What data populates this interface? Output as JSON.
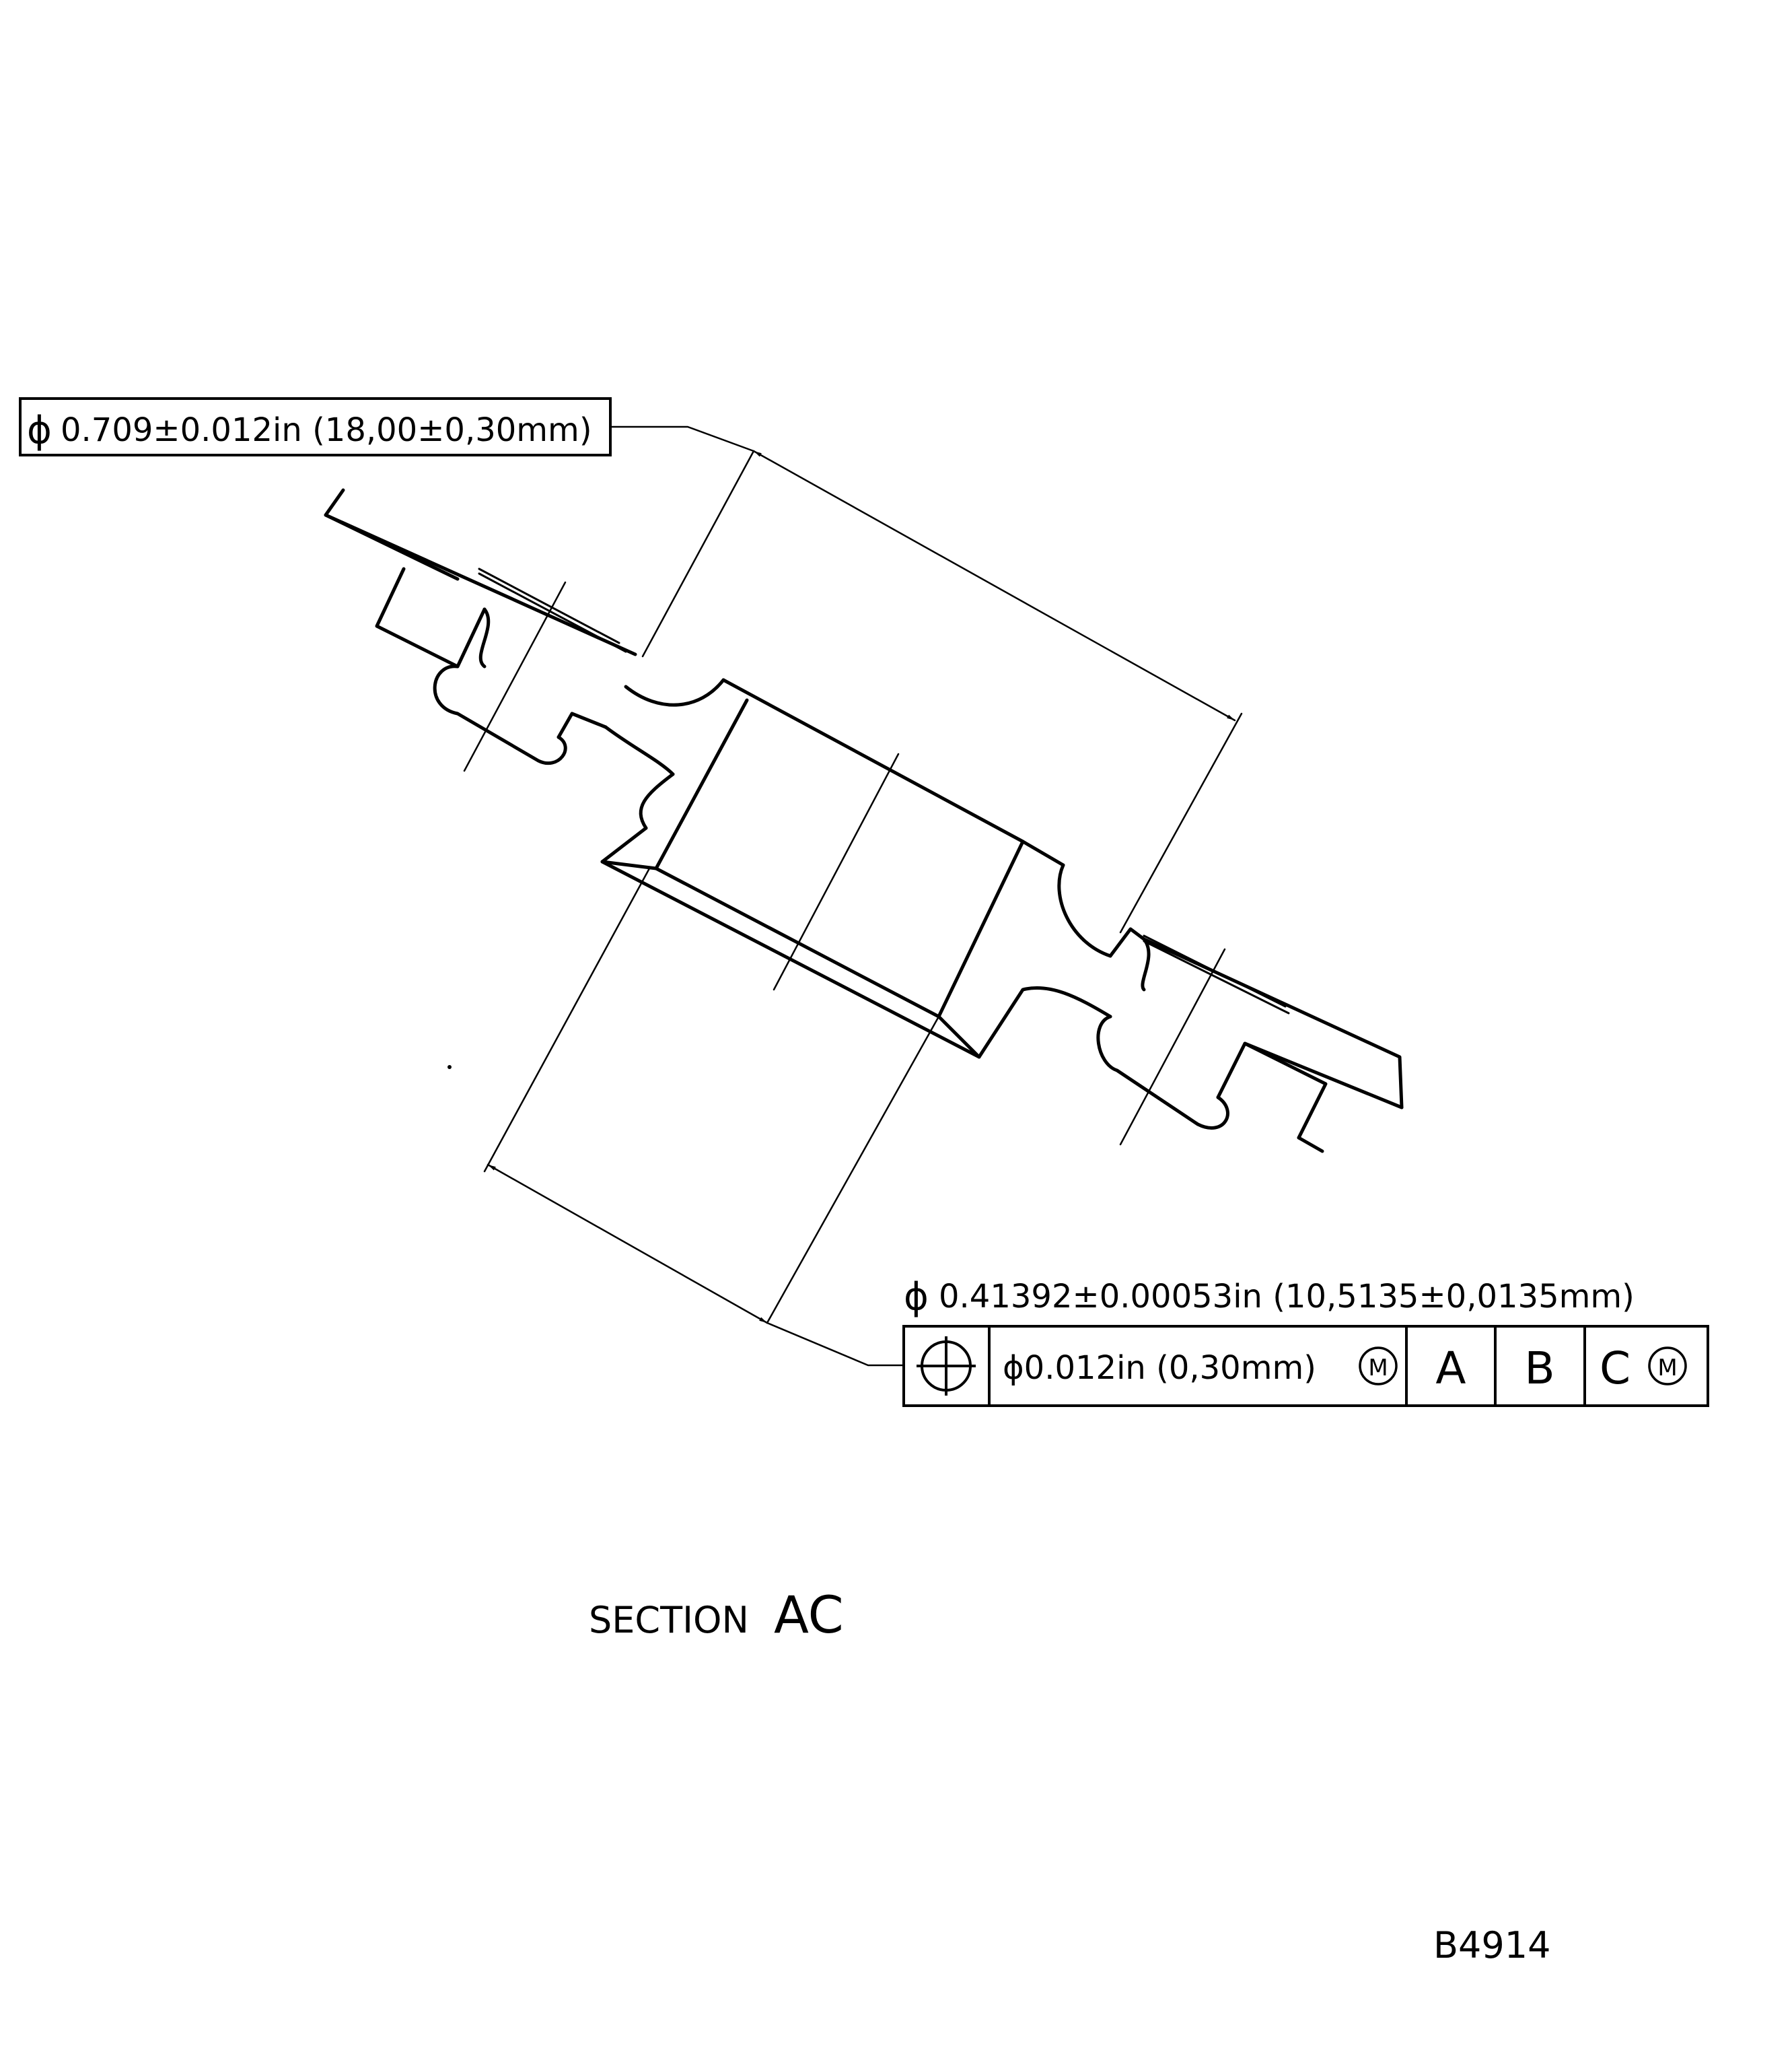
{
  "diagram": {
    "dim_outer": {
      "symbol": "ϕ",
      "value": "0.709±0.012in (18,00±0,30mm)"
    },
    "dim_bore": {
      "symbol": "ϕ",
      "value": "0.41392±0.00053in (10,5135±0,0135mm)"
    },
    "fcf": {
      "tolerance": "ϕ0.012in (0,30mm)",
      "modifier": "M",
      "datum_a": "A",
      "datum_b": "B",
      "datum_c": "C",
      "datum_c_modifier": "M"
    },
    "section_label": {
      "prefix": "SECTION",
      "letters": "AC"
    },
    "drawing_id": "B4914"
  }
}
